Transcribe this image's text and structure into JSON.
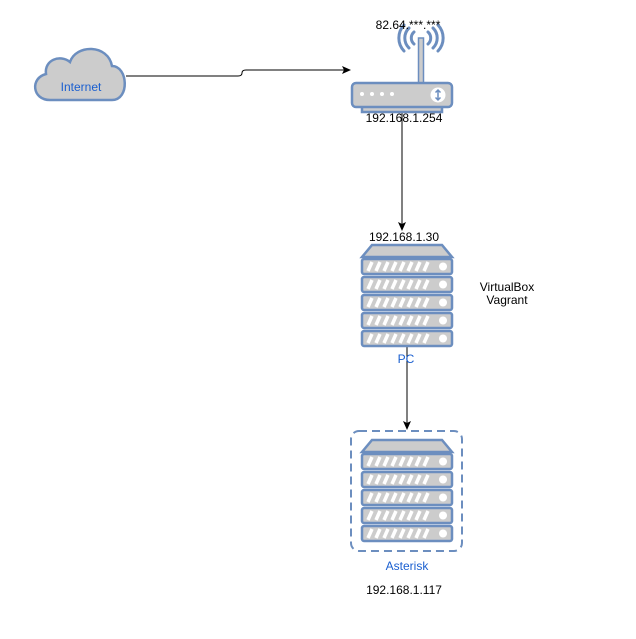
{
  "nodes": {
    "internet": {
      "label": "Internet",
      "icon": "cloud-icon"
    },
    "router": {
      "top_label": "82.64.***.***",
      "bottom_label": "192.168.1.254",
      "icon": "wireless-router-icon"
    },
    "pc": {
      "top_label": "192.168.1.30",
      "label": "PC",
      "icon": "server-icon"
    },
    "virtualization": {
      "line1": "VirtualBox",
      "line2": "Vagrant"
    },
    "asterisk": {
      "label": "Asterisk",
      "ip": "192.168.1.117",
      "icon": "virtual-server-icon"
    }
  },
  "colors": {
    "device_fill": "#cccccc",
    "device_stroke": "#6c8ebf",
    "label_blue": "#1a5fd0"
  }
}
